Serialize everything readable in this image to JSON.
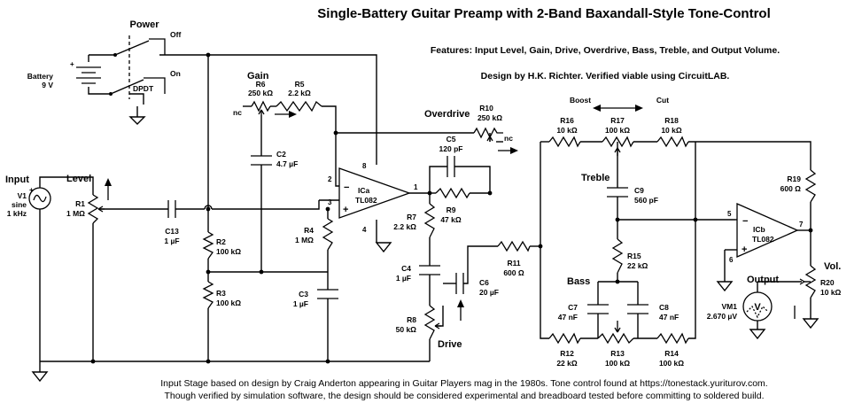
{
  "title": "Single-Battery Guitar Preamp with 2-Band Baxandall-Style Tone-Control",
  "features": "Features: Input Level, Gain, Drive, Overdrive, Bass, Treble, and Output Volume.",
  "design_credit": "Design by H.K. Richter. Verified viable using CircuitLAB.",
  "footer": {
    "line1": "Input Stage based on design by Craig Anderton appearing in Guitar Players mag in the 1980s. Tone control found at https://tonestack.yuriturov.com.",
    "line2": "Though verified by simulation software, the design should be considered experimental and breadboard tested before committing to soldered build."
  },
  "sections": {
    "power": "Power",
    "input": "Input",
    "level": "Level",
    "gain": "Gain",
    "overdrive": "Overdrive",
    "drive": "Drive",
    "boost": "Boost",
    "cut": "Cut",
    "treble": "Treble",
    "bass": "Bass",
    "output": "Output",
    "vol": "Vol."
  },
  "switch": {
    "off": "Off",
    "on": "On",
    "type": "DPDT"
  },
  "battery": {
    "name": "Battery",
    "value": "9 V"
  },
  "source": {
    "name": "V1",
    "type": "sine",
    "freq": "1 kHz"
  },
  "meter": {
    "name": "VM1",
    "value": "2.670 µV",
    "glyph": "V"
  },
  "opamps": {
    "a": {
      "name": "ICa",
      "part": "TL082",
      "pins": {
        "inv": "2",
        "noninv": "3",
        "out": "1",
        "vplus": "8",
        "vminus": "4"
      }
    },
    "b": {
      "name": "ICb",
      "part": "TL082",
      "pins": {
        "inv": "5",
        "noninv": "6",
        "out": "7"
      }
    }
  },
  "components": {
    "r1": {
      "name": "R1",
      "value": "1 MΩ"
    },
    "r2": {
      "name": "R2",
      "value": "100 kΩ"
    },
    "r3": {
      "name": "R3",
      "value": "100 kΩ"
    },
    "r4": {
      "name": "R4",
      "value": "1 MΩ"
    },
    "r5": {
      "name": "R5",
      "value": "2.2 kΩ"
    },
    "r6": {
      "name": "R6",
      "value": "250 kΩ"
    },
    "r7": {
      "name": "R7",
      "value": "2.2 kΩ"
    },
    "r8": {
      "name": "R8",
      "value": "50 kΩ"
    },
    "r9": {
      "name": "R9",
      "value": "47 kΩ"
    },
    "r10": {
      "name": "R10",
      "value": "250 kΩ"
    },
    "r11": {
      "name": "R11",
      "value": "600 Ω"
    },
    "r12": {
      "name": "R12",
      "value": "22 kΩ"
    },
    "r13": {
      "name": "R13",
      "value": "100 kΩ"
    },
    "r14": {
      "name": "R14",
      "value": "100 kΩ"
    },
    "r15": {
      "name": "R15",
      "value": "22 kΩ"
    },
    "r16": {
      "name": "R16",
      "value": "10 kΩ"
    },
    "r17": {
      "name": "R17",
      "value": "100 kΩ"
    },
    "r18": {
      "name": "R18",
      "value": "10 kΩ"
    },
    "r19": {
      "name": "R19",
      "value": "600 Ω"
    },
    "r20": {
      "name": "R20",
      "value": "10 kΩ"
    },
    "c2": {
      "name": "C2",
      "value": "4.7 µF"
    },
    "c3": {
      "name": "C3",
      "value": "1 µF"
    },
    "c4": {
      "name": "C4",
      "value": "1 µF"
    },
    "c5": {
      "name": "C5",
      "value": "120 pF"
    },
    "c6": {
      "name": "C6",
      "value": "20 µF"
    },
    "c7": {
      "name": "C7",
      "value": "47 nF"
    },
    "c8": {
      "name": "C8",
      "value": "47 nF"
    },
    "c9": {
      "name": "C9",
      "value": "560 pF"
    },
    "c13": {
      "name": "C13",
      "value": "1 µF"
    }
  },
  "nc": "nc",
  "plus": "+",
  "minus": "−"
}
